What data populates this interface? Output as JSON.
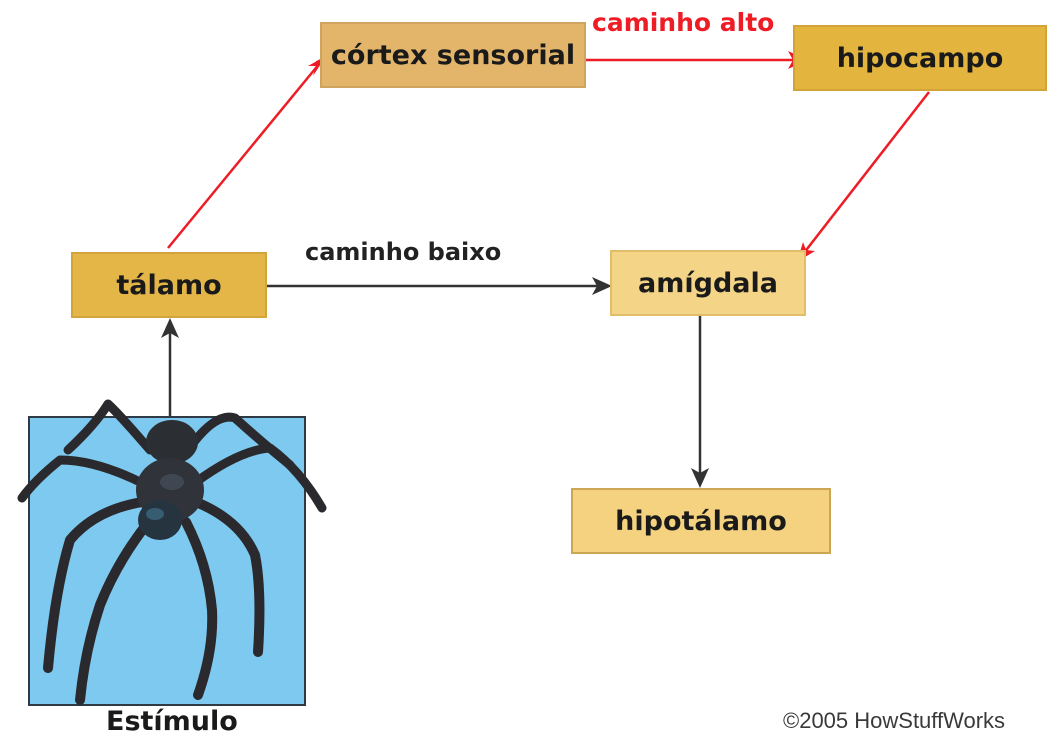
{
  "nodes": {
    "cortex": "córtex sensorial",
    "hipocampo": "hipocampo",
    "talamo": "tálamo",
    "amigdala": "amígdala",
    "hipotalamo": "hipotálamo"
  },
  "paths": {
    "high_label": "caminho alto",
    "low_label": "caminho baixo"
  },
  "stimulus": {
    "label": "Estímulo",
    "image": "spider"
  },
  "copyright": "©2005 HowStuffWorks",
  "colors": {
    "high_path": "#ee1c24",
    "low_path": "#333333",
    "stimulus_background": "#7ec9ef"
  }
}
